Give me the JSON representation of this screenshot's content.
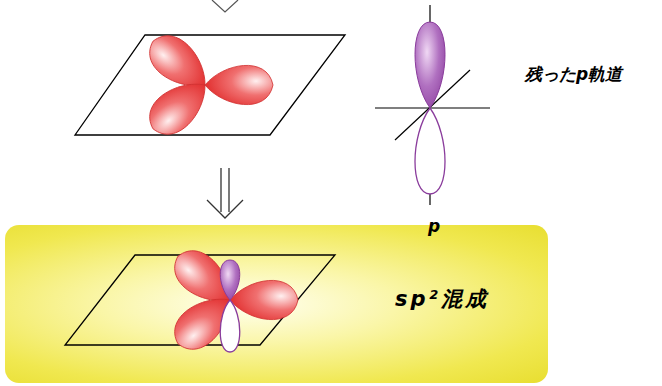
{
  "diagram": {
    "nodes": [
      {
        "text": [
          "sp²混成"
        ]
      }
    ],
    "labels": [
      "残ったp軌道",
      "p"
    ]
  }
}
